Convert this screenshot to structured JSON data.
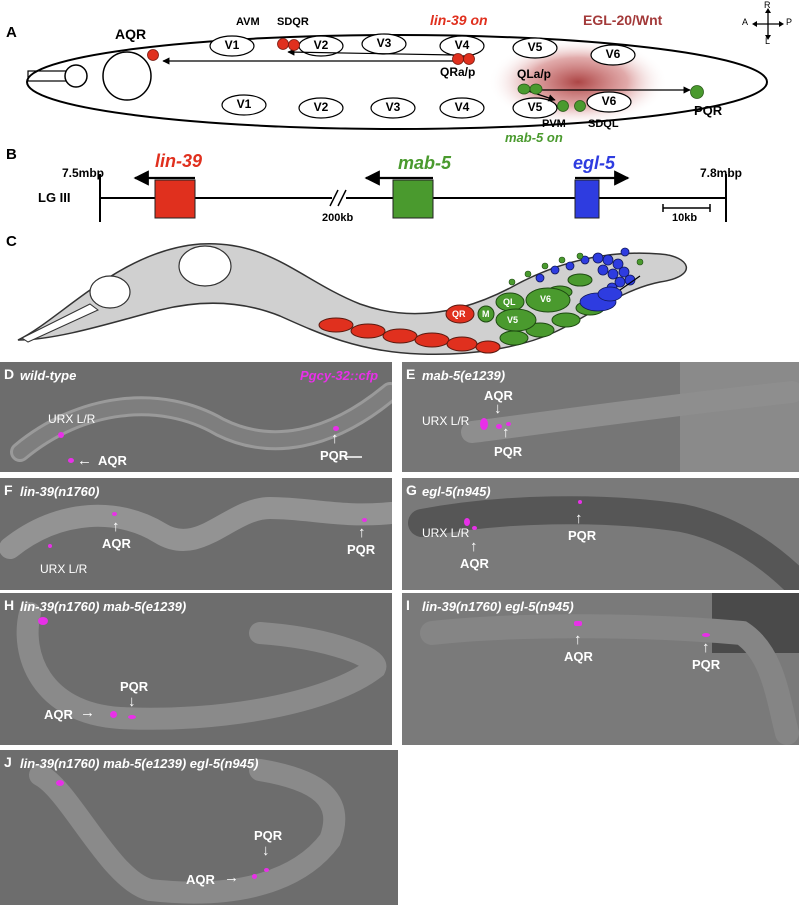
{
  "panel_a": {
    "letter": "A",
    "lin39_on": "lin-39 on",
    "mab5_on": "mab-5 on",
    "wnt": "EGL-20/Wnt",
    "compass": {
      "r": "R",
      "a": "A",
      "p": "P",
      "l": "L"
    },
    "cells": {
      "aqr": "AQR",
      "avm": "AVM",
      "sdqr": "SDQR",
      "qra_p": "QRa/p",
      "qla_p": "QLa/p",
      "pvm": "PVM",
      "sdql": "SDQL",
      "pqr": "PQR"
    },
    "seam_top": [
      "V1",
      "V2",
      "V3",
      "V4",
      "V5",
      "V6"
    ],
    "seam_bottom": [
      "V1",
      "V2",
      "V3",
      "V4",
      "V5",
      "V6"
    ]
  },
  "panel_b": {
    "letter": "B",
    "chromosome": "LG III",
    "left_coord": "7.5mbp",
    "right_coord": "7.8mbp",
    "gap": "200kb",
    "scale": "10kb",
    "genes": [
      {
        "name": "lin-39",
        "color": "#e0301e"
      },
      {
        "name": "mab-5",
        "color": "#4a9a2e"
      },
      {
        "name": "egl-5",
        "color": "#2e3ce0"
      }
    ]
  },
  "panel_c": {
    "letter": "C",
    "qr": "QR",
    "m": "M",
    "ql": "QL",
    "v5": "V5",
    "v6": "V6"
  },
  "micrographs": [
    {
      "letter": "D",
      "title": "wild-type",
      "reporter": "Pgcy-32::cfp",
      "labels": [
        "URX L/R",
        "AQR",
        "PQR"
      ]
    },
    {
      "letter": "E",
      "title": "mab-5(e1239)",
      "labels": [
        "AQR",
        "URX L/R",
        "PQR"
      ]
    },
    {
      "letter": "F",
      "title": "lin-39(n1760)",
      "labels": [
        "AQR",
        "PQR",
        "URX L/R"
      ]
    },
    {
      "letter": "G",
      "title": "egl-5(n945)",
      "labels": [
        "URX L/R",
        "AQR",
        "PQR"
      ]
    },
    {
      "letter": "H",
      "title": "lin-39(n1760) mab-5(e1239)",
      "labels": [
        "PQR",
        "AQR"
      ]
    },
    {
      "letter": "I",
      "title": "lin-39(n1760) egl-5(n945)",
      "labels": [
        "AQR",
        "PQR"
      ]
    },
    {
      "letter": "J",
      "title": "lin-39(n1760) mab-5(e1239) egl-5(n945)",
      "labels": [
        "PQR",
        "AQR"
      ]
    }
  ],
  "colors": {
    "red": "#e0301e",
    "green": "#4a9a2e",
    "blue": "#2e3ce0",
    "magenta": "#e830e8",
    "wnt": "#b04040"
  }
}
